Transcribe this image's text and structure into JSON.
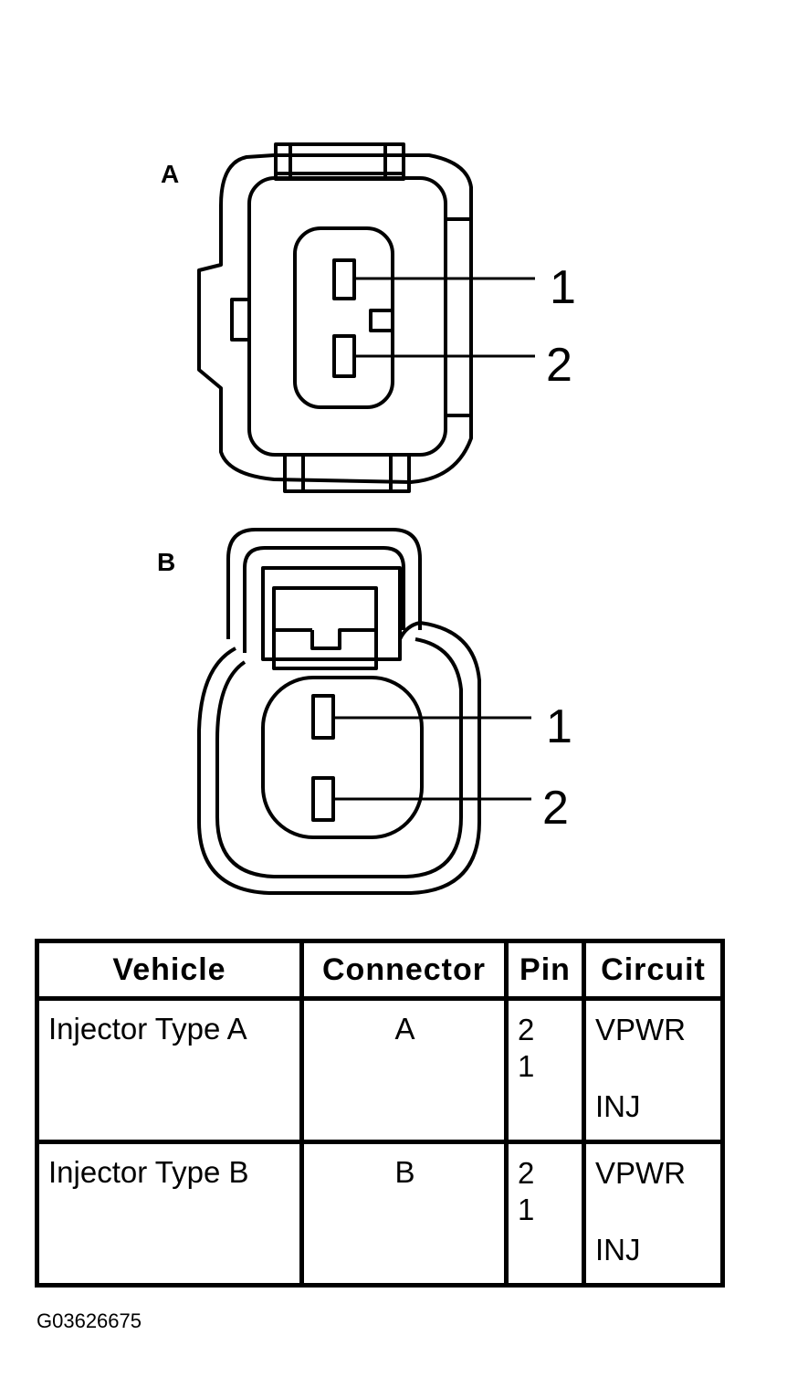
{
  "connectors": [
    {
      "label": "A",
      "pins": [
        "1",
        "2"
      ]
    },
    {
      "label": "B",
      "pins": [
        "1",
        "2"
      ]
    }
  ],
  "table": {
    "headers": [
      "Vehicle",
      "Connector",
      "Pin",
      "Circuit"
    ],
    "rows": [
      {
        "vehicle": "Injector Type A",
        "connector": "A",
        "pins": [
          "2",
          "1"
        ],
        "circuits": [
          "VPWR",
          "INJ"
        ]
      },
      {
        "vehicle": "Injector Type B",
        "connector": "B",
        "pins": [
          "2",
          "1"
        ],
        "circuits": [
          "VPWR",
          "INJ"
        ]
      }
    ]
  },
  "figure_id": "G03626675"
}
